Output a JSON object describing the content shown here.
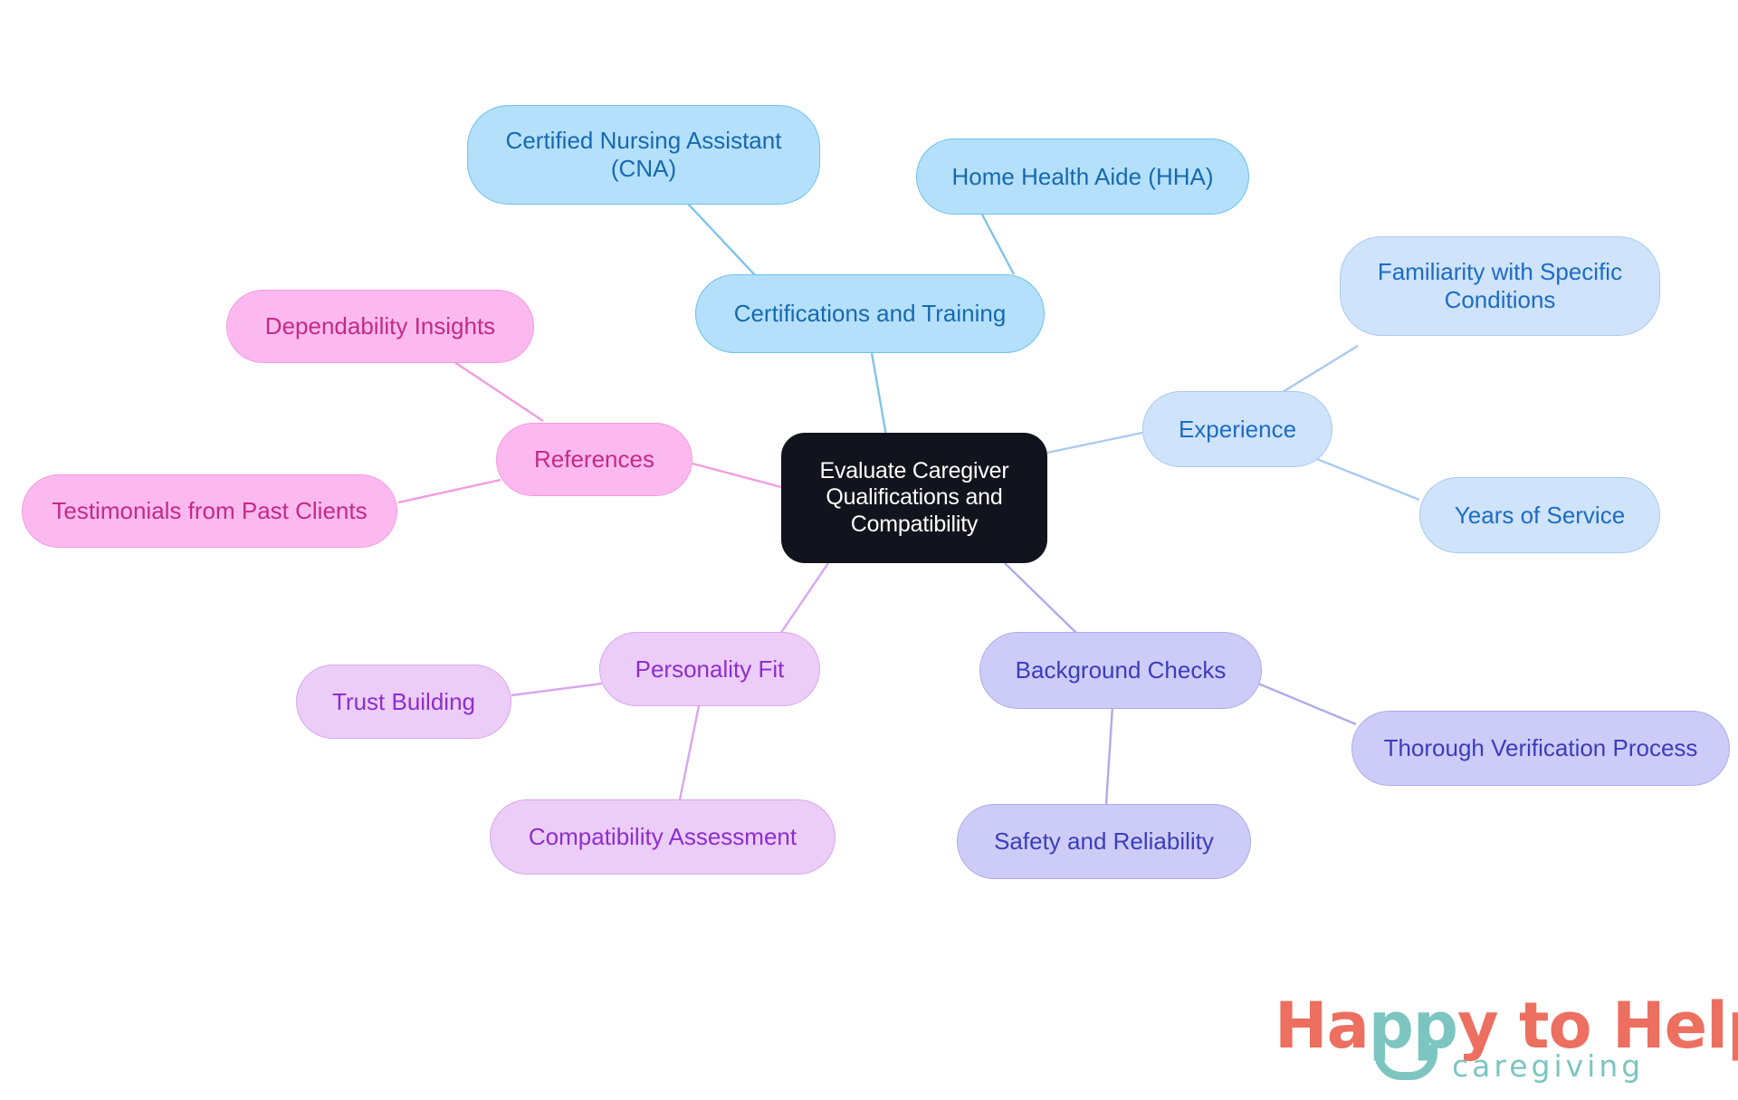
{
  "diagram": {
    "type": "mind-map",
    "title": "Evaluate Caregiver Qualifications and Compatibility",
    "root": {
      "id": "root",
      "label": "Evaluate Caregiver\nQualifications and\nCompatibility",
      "fill": "#12141d",
      "text_color": "#ffffff"
    },
    "branches": [
      {
        "id": "certifications-and-training",
        "label": "Certifications and Training",
        "fill": "#b5e0fb",
        "border": "#6cc0ef",
        "text_color": "#1669b0",
        "children": [
          {
            "id": "certified-nursing-assistant-cna",
            "label": "Certified Nursing Assistant\n(CNA)"
          },
          {
            "id": "home-health-aide-hha",
            "label": "Home Health Aide (HHA)"
          }
        ]
      },
      {
        "id": "experience",
        "label": "Experience",
        "fill": "#cfe3fb",
        "border": "#a9c9f0",
        "text_color": "#1c6cc4",
        "children": [
          {
            "id": "familiarity-with-specific-conditions",
            "label": "Familiarity with Specific\nConditions"
          },
          {
            "id": "years-of-service",
            "label": "Years of Service"
          }
        ]
      },
      {
        "id": "background-checks",
        "label": "Background Checks",
        "fill": "#cdccf8",
        "border": "#aeace9",
        "text_color": "#3c3cbb",
        "children": [
          {
            "id": "thorough-verification-process",
            "label": "Thorough Verification Process"
          },
          {
            "id": "safety-and-reliability",
            "label": "Safety and Reliability"
          }
        ]
      },
      {
        "id": "personality-fit",
        "label": "Personality Fit",
        "fill": "#eccdf8",
        "border": "#d9a6ef",
        "text_color": "#8d2ecd",
        "children": [
          {
            "id": "trust-building",
            "label": "Trust Building"
          },
          {
            "id": "compatibility-assessment",
            "label": "Compatibility Assessment"
          }
        ]
      },
      {
        "id": "references",
        "label": "References",
        "fill": "#fcb9ef",
        "border": "#f59ae0",
        "text_color": "#c32a86",
        "children": [
          {
            "id": "dependability-insights",
            "label": "Dependability Insights"
          },
          {
            "id": "testimonials-from-past-clients",
            "label": "Testimonials from Past Clients"
          }
        ]
      }
    ]
  },
  "nodes": {
    "root": "Evaluate Caregiver\nQualifications and\nCompatibility",
    "certified_nursing_assistant": "Certified Nursing Assistant\n(CNA)",
    "home_health_aide": "Home Health Aide (HHA)",
    "certifications_and_training": "Certifications and Training",
    "familiarity_with_specific_conditions": "Familiarity with Specific\nConditions",
    "experience": "Experience",
    "years_of_service": "Years of Service",
    "thorough_verification_process": "Thorough Verification Process",
    "background_checks": "Background Checks",
    "safety_and_reliability": "Safety and Reliability",
    "personality_fit": "Personality Fit",
    "trust_building": "Trust Building",
    "compatibility_assessment": "Compatibility Assessment",
    "references": "References",
    "dependability_insights": "Dependability Insights",
    "testimonials_from_past_clients": "Testimonials from Past Clients"
  },
  "logo": {
    "word_happy_ha": "Ha",
    "word_happy_pp": "pp",
    "word_happy_y": "y",
    "word_to": " to ",
    "word_help": "Help",
    "tagline": "caregiving",
    "coral": "#ec6f60",
    "teal": "#7cc5c1"
  },
  "edge_colors": {
    "certifications": "#7fc4ea",
    "experience": "#a9c9f0",
    "background_checks": "#aeace9",
    "personality_fit": "#d9a6ef",
    "references": "#f59ae0"
  }
}
